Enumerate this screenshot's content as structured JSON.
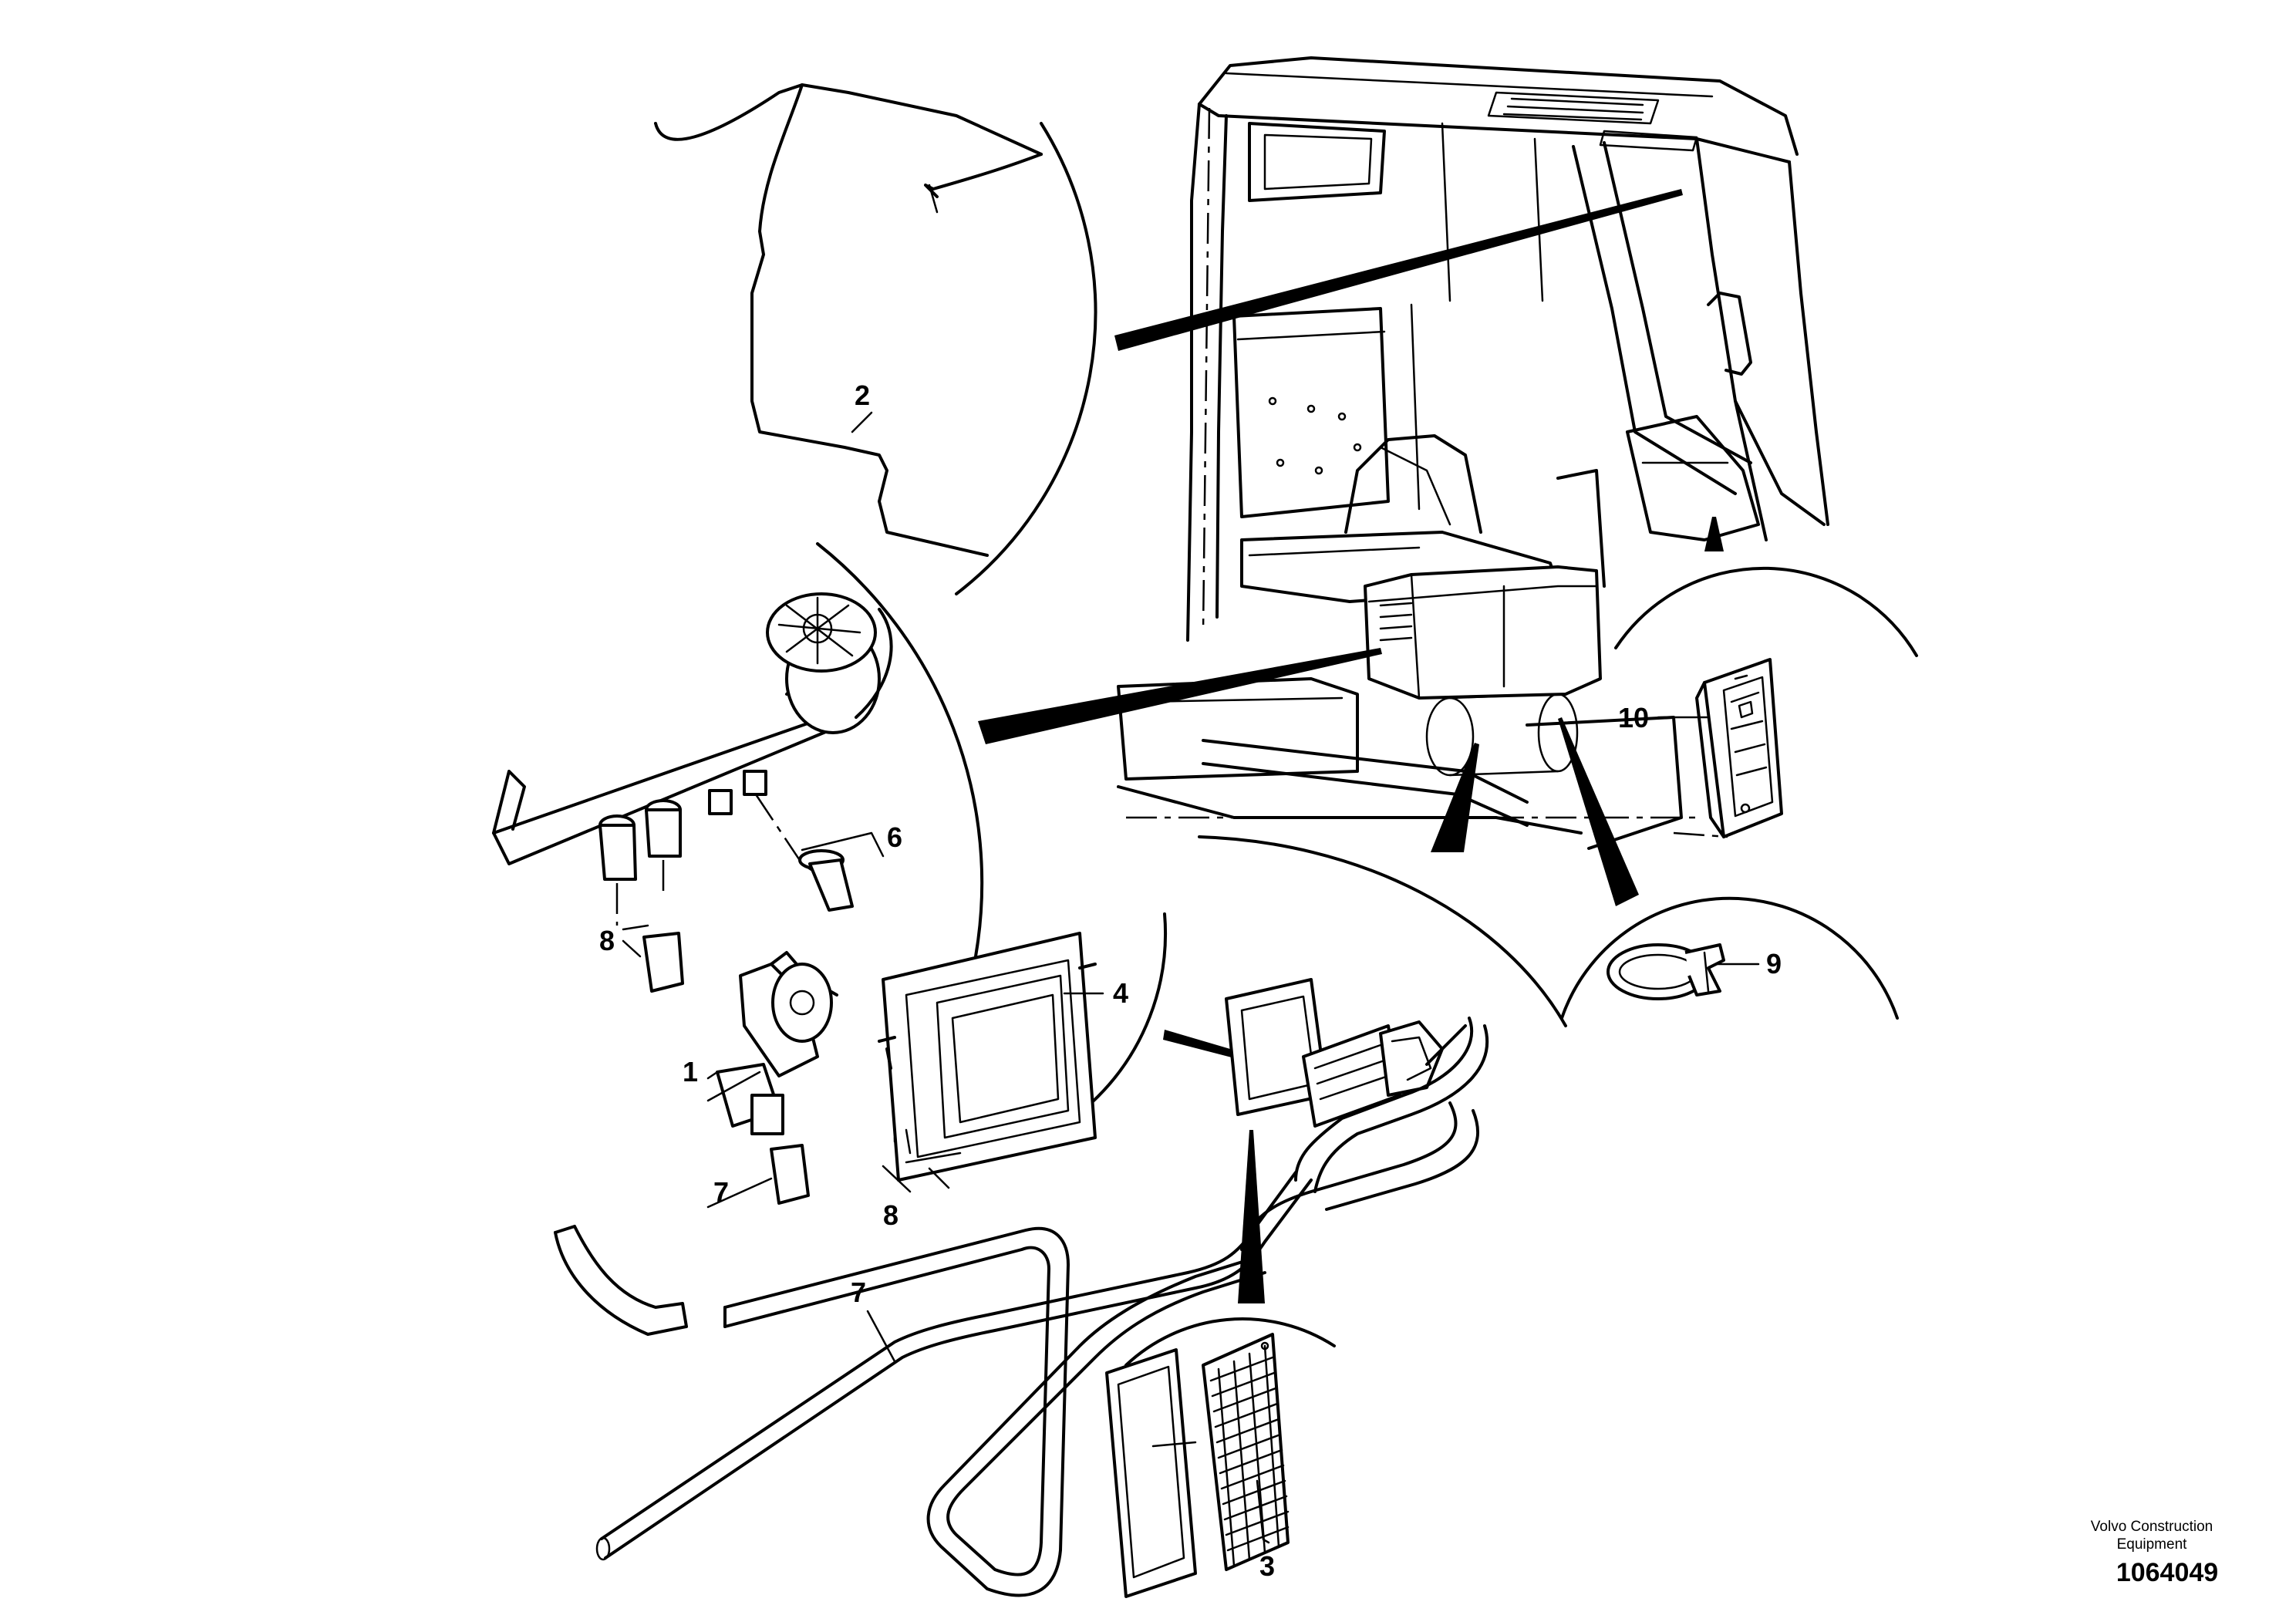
{
  "callouts": {
    "c1": "1",
    "c2": "2",
    "c3": "3",
    "c4": "4",
    "c6": "6",
    "c7a": "7",
    "c7b": "7",
    "c8a": "8",
    "c8b": "8",
    "c9": "9",
    "c10": "10"
  },
  "brand": {
    "line1": "Volvo Construction",
    "line2": "Equipment"
  },
  "document_number": "1064049"
}
